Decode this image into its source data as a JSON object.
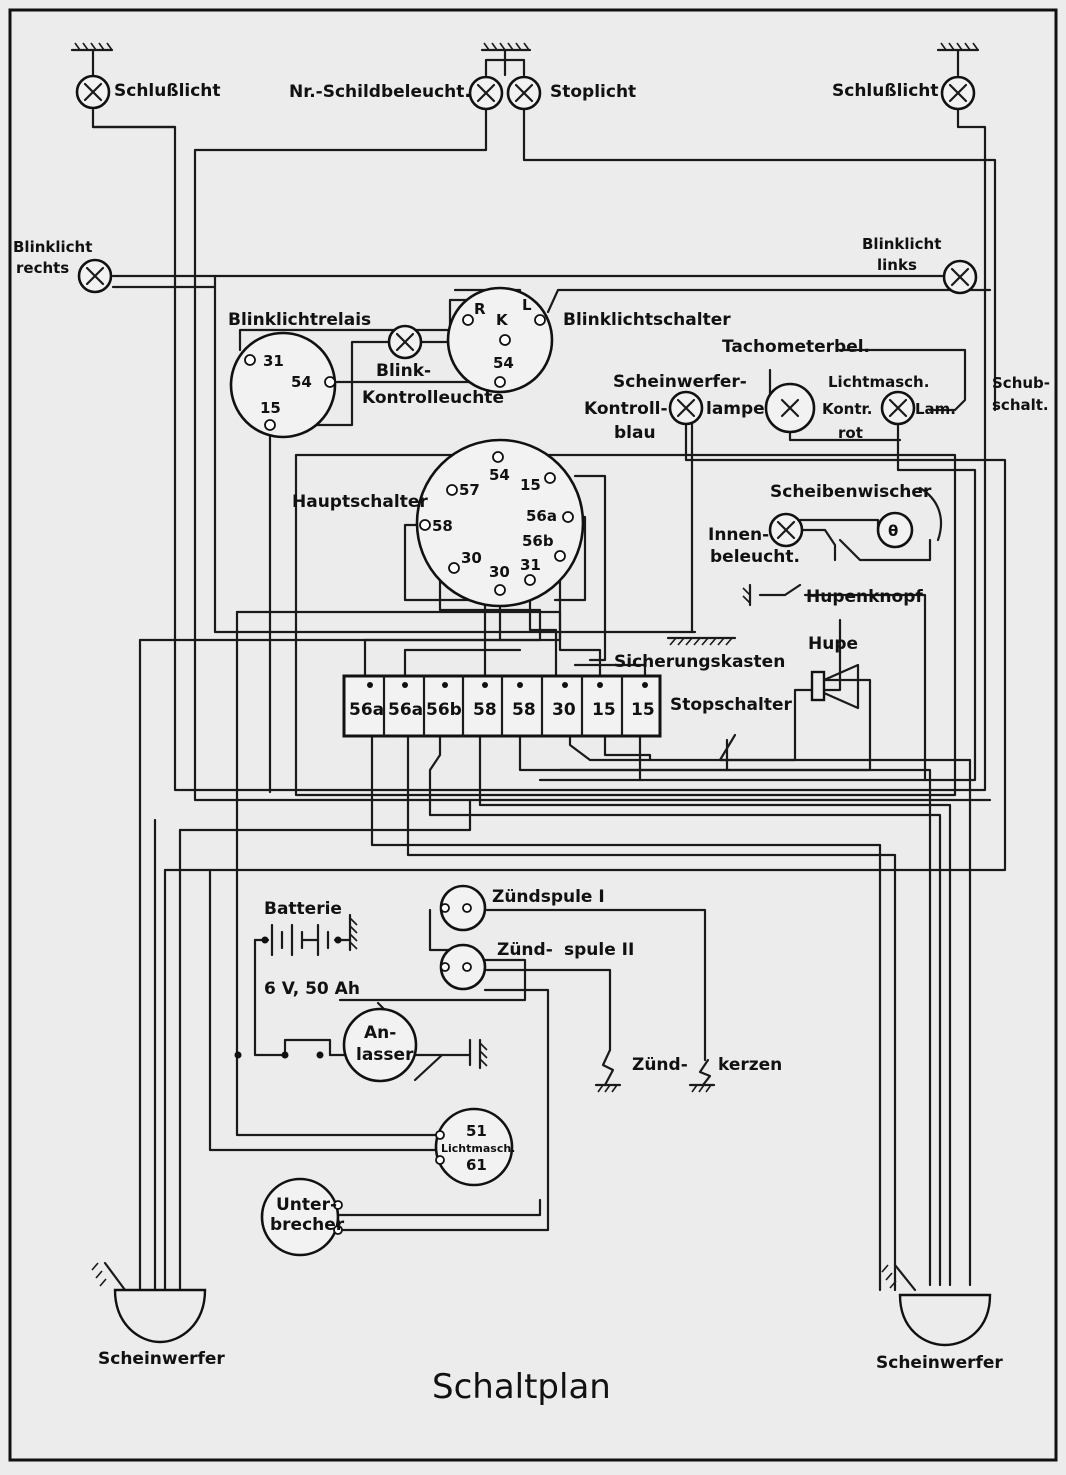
{
  "title": "Schaltplan",
  "components": {
    "schlusslicht_left": "Schlußlicht",
    "nr_schild": "Nr.-Schildbeleucht.",
    "stoplicht": "Stoplicht",
    "schlusslicht_right": "Schlußlicht",
    "blinklicht_rechts": [
      "Blinklicht",
      "rechts"
    ],
    "blinklicht_links": [
      "Blinklicht",
      "links"
    ],
    "blinklichtrelais": "Blinklichtrelais",
    "blinklichtschalter": "Blinklichtschalter",
    "blink_kontrolleuchte": [
      "Blink-",
      "Kontrolleuchte"
    ],
    "tachometerbel": "Tachometerbel.",
    "scheinwerfer_kontrolllampe": [
      "Scheinwerfer-",
      "Kontroll-",
      "lampe",
      "blau"
    ],
    "lichtmasch_kontr": [
      "Lichtmasch.",
      "Kontr.",
      "Lam.",
      "rot"
    ],
    "schubschalt": [
      "Schub-",
      "schalt."
    ],
    "hauptschalter": "Hauptschalter",
    "scheibenwischer": "Scheibenwischer",
    "innenbeleucht": [
      "Innen-",
      "beleucht."
    ],
    "hupenknopf": "Hupenknopf",
    "hupe": "Hupe",
    "sicherungskasten": "Sicherungskasten",
    "stopschalter": "Stopschalter",
    "zuendspule_1": "Zündspule I",
    "zuendspule_2": [
      "Zünd-",
      "spule II"
    ],
    "batterie": [
      "Batterie",
      "6 V, 50 Ah"
    ],
    "anlasser": [
      "An-",
      "lasser"
    ],
    "lichtmasch": [
      "51",
      "Lichtmasch.",
      "61"
    ],
    "unterbrecher": [
      "Unter-",
      "brecher"
    ],
    "zuendkerzen": [
      "Zünd-",
      "kerzen"
    ],
    "scheinwerfer_left": "Scheinwerfer",
    "scheinwerfer_right": "Scheinwerfer"
  },
  "terminals": {
    "relais": [
      "31",
      "54",
      "15"
    ],
    "blinkschalter": [
      "R",
      "K",
      "L",
      "54"
    ],
    "hauptschalter": [
      "57",
      "54",
      "15",
      "58",
      "56a",
      "56b",
      "30",
      "30",
      "31"
    ]
  },
  "fuses": [
    "56a",
    "56a",
    "56b",
    "58",
    "58",
    "30",
    "15",
    "15"
  ]
}
